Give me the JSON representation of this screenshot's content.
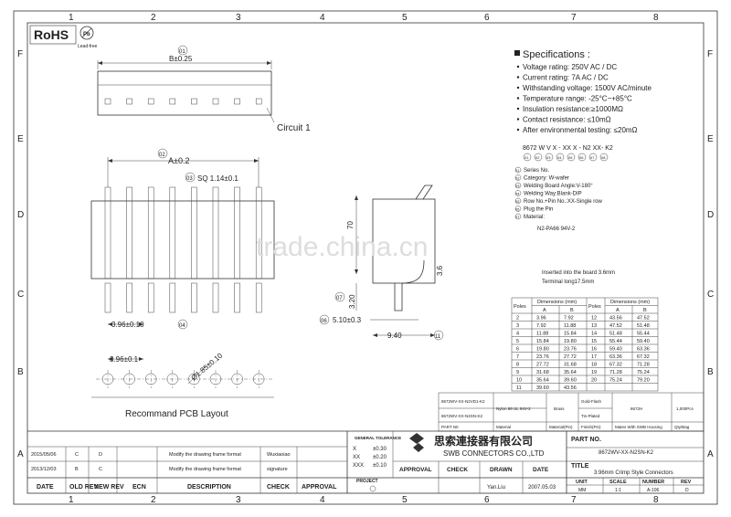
{
  "frame": {
    "columns": [
      "1",
      "2",
      "3",
      "4",
      "5",
      "6",
      "7",
      "8"
    ],
    "rows": [
      "F",
      "E",
      "D",
      "C",
      "B",
      "A"
    ]
  },
  "rohs": {
    "label": "RoHS",
    "pb_symbol": "Pb",
    "pb_caption": "Lead-free"
  },
  "top_view": {
    "callout": "01",
    "dim_b": "B±0.25",
    "circuit_label": "Circuit 1"
  },
  "front_view": {
    "callout_a": "02",
    "dim_a": "A±0.2",
    "callout_sq": "03",
    "dim_sq": "SQ 1.14±0.1",
    "callout_pitch": "04",
    "dim_pitch": "3.96±0.10"
  },
  "pcb": {
    "dim_pitch": "3.96±0.1",
    "dim_hole": "Ø1.85±0.10",
    "caption": "Recommand PCB Layout"
  },
  "side_view": {
    "dim_70": "70",
    "dim_320": "3.20",
    "callout_320": "07",
    "dim_36": "3.6",
    "dim_510": "5.10±0.3",
    "callout_510": "06",
    "dim_940": "9.40",
    "callout_940": "11"
  },
  "specs": {
    "title": "Specifications :",
    "items": [
      "Voltage rating: 250V AC / DC",
      "Current rating: 7A  AC / DC",
      "Withstanding voltage: 1500V AC/minute",
      "Temperature range: -25°C~+85°C",
      "Insulation resistance:≥1000MΩ",
      "Contact resistance: ≤10mΩ",
      "After environmental testing:  ≤20mΩ"
    ]
  },
  "part_code": {
    "code": "8672 W V X - XX X - N2 XX- K2",
    "callouts": [
      "01",
      "02",
      "03",
      "04",
      "05",
      "06",
      "07",
      "08"
    ],
    "legend": [
      {
        "n": "01",
        "text": "Series No."
      },
      {
        "n": "02",
        "text": "Category:  W-wafer"
      },
      {
        "n": "03",
        "text": "Welding Board Angle:V-180°"
      },
      {
        "n": "04",
        "text": "Welding Way:Blank-DIP"
      },
      {
        "n": "05",
        "text": "Row No.+Pin No.:XX-Single row"
      },
      {
        "n": "06",
        "text": "Plug the Pin"
      },
      {
        "n": "07",
        "text": "Material:"
      }
    ],
    "material_value": "N2-PA66 94V-2",
    "note1": "Inserted into the board 3.6mm",
    "note2": "Terminal long17.5mm"
  },
  "dim_table": {
    "h_poles": "Poles",
    "h_dims": "Dimensions (mm)",
    "h_a": "A",
    "h_b": "B",
    "left": [
      [
        "2",
        "3.96",
        "7.92"
      ],
      [
        "3",
        "7.92",
        "11.88"
      ],
      [
        "4",
        "11.88",
        "15.84"
      ],
      [
        "5",
        "15.84",
        "19.80"
      ],
      [
        "6",
        "19.80",
        "23.76"
      ],
      [
        "7",
        "23.76",
        "27.72"
      ],
      [
        "8",
        "27.72",
        "31.68"
      ],
      [
        "9",
        "31.68",
        "35.64"
      ],
      [
        "10",
        "35.64",
        "39.60"
      ],
      [
        "11",
        "39.60",
        "43.56"
      ]
    ],
    "right": [
      [
        "12",
        "43.56",
        "47.52"
      ],
      [
        "13",
        "47.52",
        "51.48"
      ],
      [
        "14",
        "51.48",
        "55.44"
      ],
      [
        "15",
        "55.44",
        "59.40"
      ],
      [
        "16",
        "59.40",
        "63.36"
      ],
      [
        "17",
        "63.36",
        "67.32"
      ],
      [
        "18",
        "67.32",
        "71.28"
      ],
      [
        "19",
        "71.28",
        "75.24"
      ],
      [
        "20",
        "75.24",
        "79.20"
      ]
    ]
  },
  "material_table": {
    "row1": [
      "8672WV-XX-N2VD1-K2",
      "Nylon 66  UL 94V-2",
      "Brass",
      "Gold-Flash",
      "8672H",
      "1,000Pcs"
    ],
    "row1b": "Tin-Plated",
    "row2": [
      "8672WV-XX-N2SN-K2"
    ],
    "headers": [
      "PART N0",
      "Material",
      "Material(Pin)",
      "Finish(Pin)",
      "Mates With SWB  Housing",
      "Qty/Bag"
    ]
  },
  "revisions": {
    "rows": [
      [
        "2015/05/06",
        "C",
        "D",
        "Modify the drawing frame format",
        "Wuxiaoiao"
      ],
      [
        "2013/12/03",
        "B",
        "C",
        "Modify the drawing frame format",
        "signature"
      ]
    ],
    "headers": [
      "DATE",
      "OLD REV",
      "NEW REV",
      "ECN",
      "DESCRIPTION",
      "CHECK",
      "APPROVAL"
    ]
  },
  "tolerance": {
    "title": "GENERAL TOLERANCE",
    "lines": [
      [
        "X",
        "±0.30"
      ],
      [
        "XX",
        "±0.20"
      ],
      [
        "XXX",
        "±0.10"
      ]
    ],
    "projection": "PROJECT"
  },
  "company": {
    "name_cn": "思索連接器有限公司",
    "name_en": "SWB CONNECTORS CO.,LTD"
  },
  "signoff": {
    "headers": [
      "APPROVAL",
      "CHECK",
      "DRAWN",
      "DATE"
    ],
    "drawn": "Yan.Liu",
    "date": "2007.05.03"
  },
  "title_block": {
    "part_label": "PART NO.",
    "part_value": "8672WV-XX-N2SN-K2",
    "title_label": "TITLE",
    "title_value": "3.96mm Crimp Style Connectors",
    "unit_label": "UNIT",
    "unit_value": "MM",
    "scale_label": "SCALE",
    "scale_value": "1:1",
    "number_label": "NUMBER",
    "number_value": "A-106",
    "rev_label": "REV",
    "rev_value": "D"
  },
  "watermark": "trade.china.cn"
}
